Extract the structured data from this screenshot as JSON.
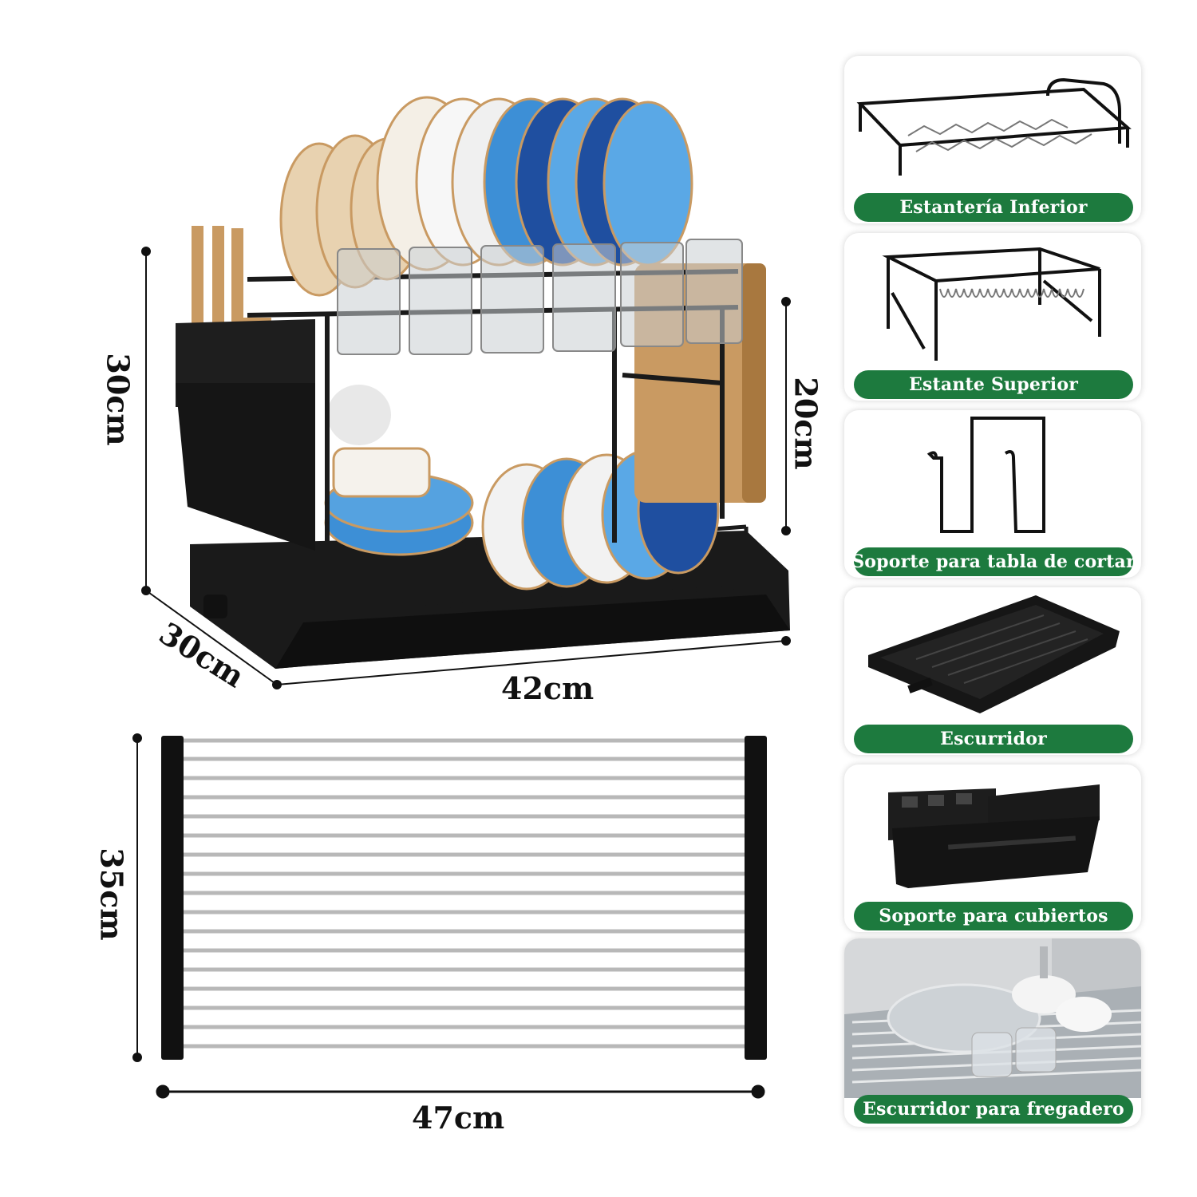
{
  "dimensions": {
    "rack_height": "30cm",
    "rack_depth": "30cm",
    "rack_width": "42cm",
    "lower_shelf_height": "20cm",
    "mat_height": "35cm",
    "mat_width": "47cm"
  },
  "components": [
    {
      "label": "Estantería Inferior",
      "icon": "lower-rack-icon"
    },
    {
      "label": "Estante Superior",
      "icon": "upper-rack-icon"
    },
    {
      "label": "Soporte para tabla de cortar",
      "icon": "cutting-board-holder-icon"
    },
    {
      "label": "Escurridor",
      "icon": "drip-tray-icon"
    },
    {
      "label": "Soporte para cubiertos",
      "icon": "utensil-holder-icon"
    },
    {
      "label": "Escurridor para fregadero",
      "icon": "sink-roll-mat-photo"
    }
  ],
  "colors": {
    "pill_green": "#1d7a3e",
    "rack_black": "#1a1a1a",
    "plate_blue": "#3d8fd6",
    "plate_navy": "#1f4fa0",
    "wood": "#c99a62"
  }
}
